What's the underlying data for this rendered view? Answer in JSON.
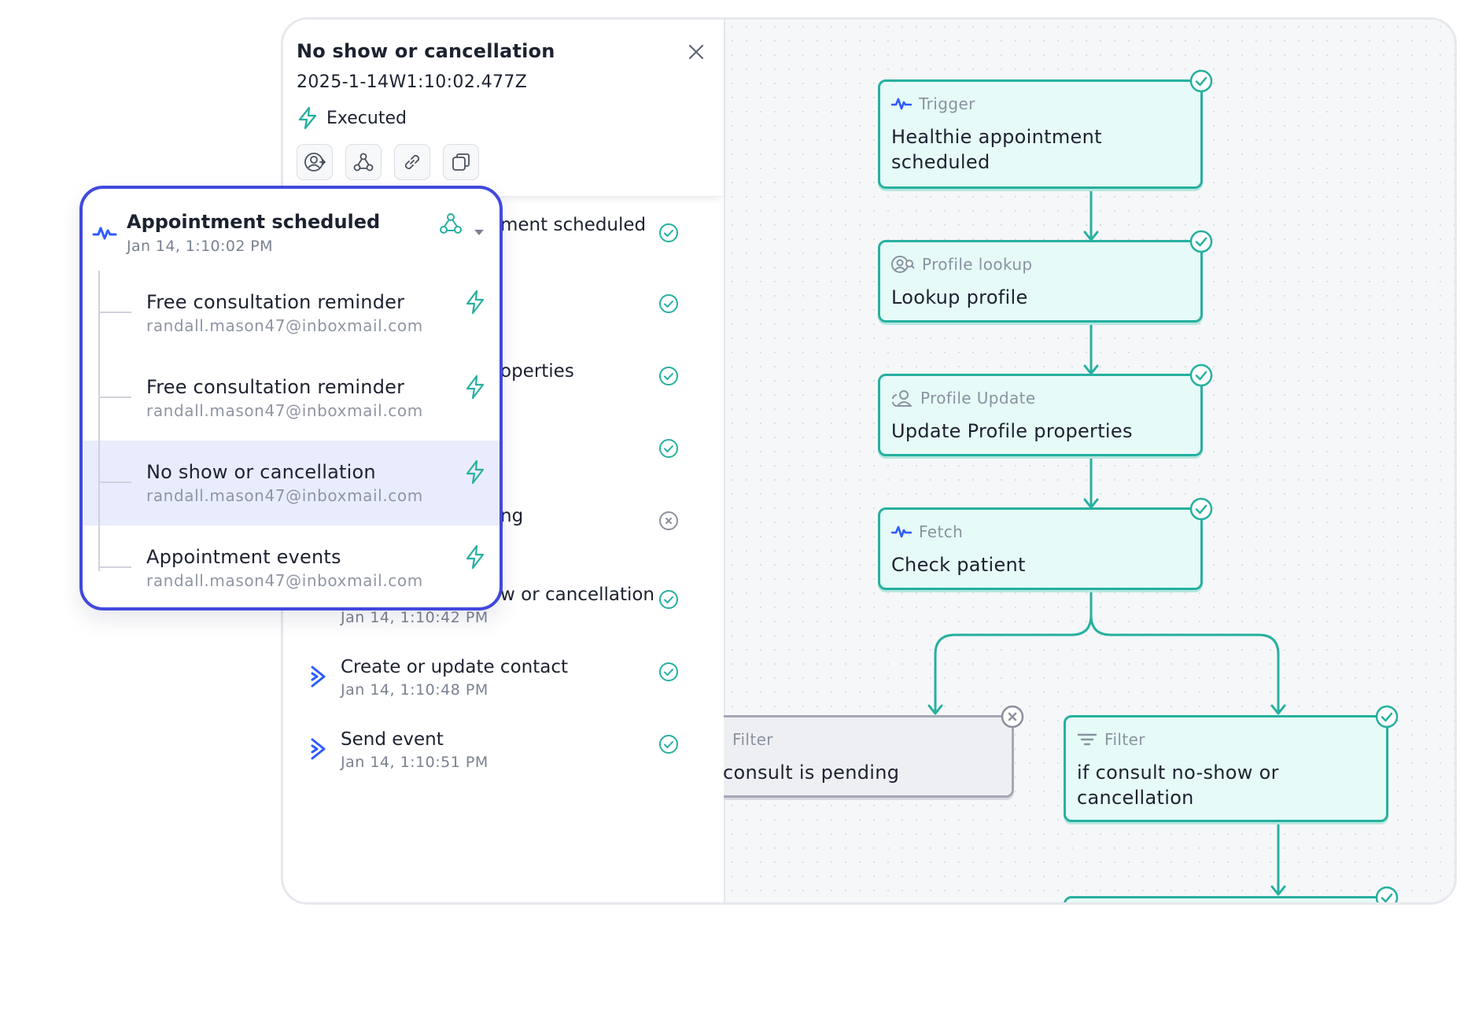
{
  "panel": {
    "title": "No show or cancellation",
    "timestamp": "2025-1-14W1:10:02.477Z",
    "status": "Executed",
    "actions": [
      {
        "name": "profile-action-icon"
      },
      {
        "name": "webhook-icon"
      },
      {
        "name": "link-icon"
      },
      {
        "name": "copy-icon"
      }
    ],
    "runs": [
      {
        "name": "ment scheduled",
        "time": "",
        "status": "success"
      },
      {
        "name": "",
        "time": "",
        "status": "success"
      },
      {
        "name": "operties",
        "time": "",
        "status": "success"
      },
      {
        "name": "",
        "time": "",
        "status": "success"
      },
      {
        "name": "ng",
        "time": "",
        "status": "failed"
      },
      {
        "name": "w or cancellation",
        "time": "Jan 14, 1:10:42 PM",
        "status": "success"
      },
      {
        "name": "Create or update contact",
        "time": "Jan 14, 1:10:48 PM",
        "status": "success",
        "icon": "chevron-right-icon"
      },
      {
        "name": "Send event",
        "time": "Jan 14, 1:10:51 PM",
        "status": "success",
        "icon": "chevron-right-icon"
      }
    ]
  },
  "overlay": {
    "title": "Appointment scheduled",
    "time": "Jan 14, 1:10:02 PM",
    "items": [
      {
        "name": "Free consultation reminder",
        "email": "randall.mason47@inboxmail.com",
        "active": false
      },
      {
        "name": "Free consultation reminder",
        "email": "randall.mason47@inboxmail.com",
        "active": false
      },
      {
        "name": "No show or cancellation",
        "email": "randall.mason47@inboxmail.com",
        "active": true
      },
      {
        "name": "Appointment events",
        "email": "randall.mason47@inboxmail.com",
        "active": false
      }
    ]
  },
  "flow": {
    "nodes": [
      {
        "type": "Trigger",
        "label": "Healthie appointment\nscheduled",
        "icon": "healthie-icon",
        "status": "success"
      },
      {
        "type": "Profile lookup",
        "label": "Lookup profile",
        "icon": "profile-lookup-icon",
        "status": "success"
      },
      {
        "type": "Profile Update",
        "label": "Update Profile properties",
        "icon": "profile-update-icon",
        "status": "success"
      },
      {
        "type": "Fetch",
        "label": "Check patient",
        "icon": "healthie-icon",
        "status": "success"
      },
      {
        "type": "Filter",
        "label": "consult is pending",
        "icon": "filter-icon",
        "status": "failed"
      },
      {
        "type": "Filter",
        "label": "if consult no-show or\ncancellation",
        "icon": "filter-icon",
        "status": "success"
      }
    ]
  },
  "colors": {
    "accent": "#26b0a0",
    "node_bg": "#e6faf7",
    "failed": "#a5a8b6",
    "overlay_border": "#4049dd",
    "active_row": "#e9ecfd",
    "brand_blue": "#2d5bff"
  }
}
